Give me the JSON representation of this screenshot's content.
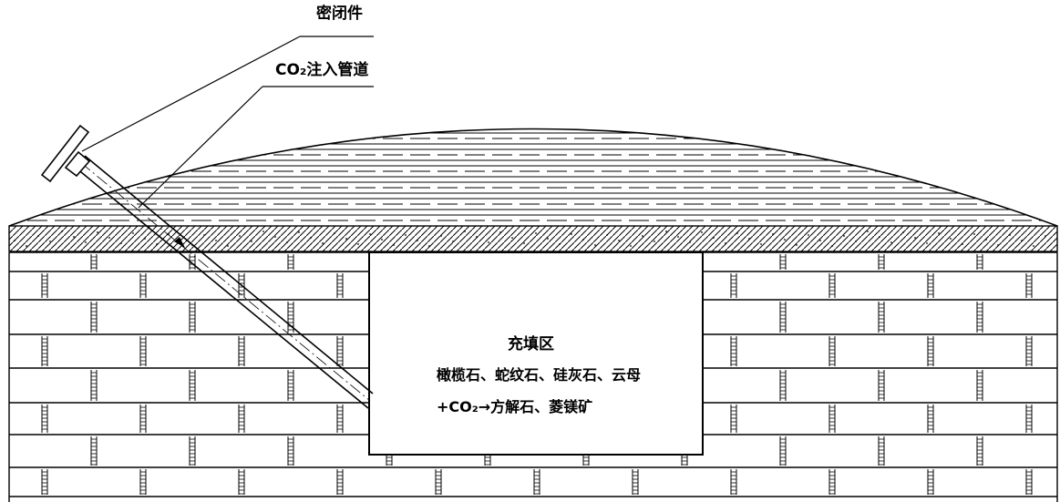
{
  "labels": {
    "seal": "密闭件",
    "pipe": "CO₂注入管道",
    "fill_zone": {
      "title": "充填区",
      "minerals": "橄榄石、蛇纹石、硅灰石、云母",
      "reaction": "+CO₂→方解石、菱镁矿"
    }
  }
}
